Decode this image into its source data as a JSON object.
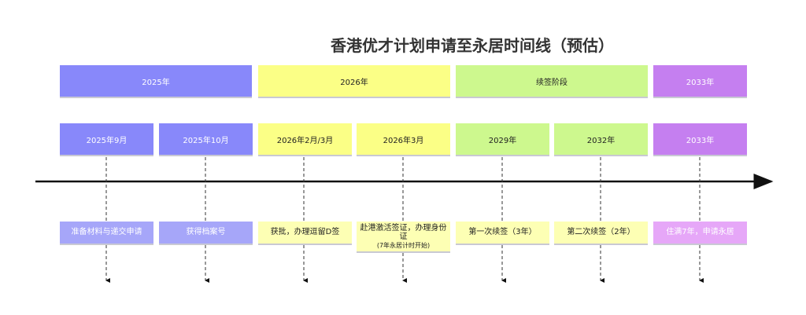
{
  "title": "香港优才计划申请至永居时间线（预估）",
  "sections": [
    {
      "label": "2025年",
      "color": "#8888fa"
    },
    {
      "label": "2026年",
      "color": "#fbff86"
    },
    {
      "label": "续签阶段",
      "color": "#cdf88e"
    },
    {
      "label": "2033年",
      "color": "#c57ff0"
    }
  ],
  "periods": [
    {
      "label": "2025年9月",
      "event": "准备材料与递交申请"
    },
    {
      "label": "2025年10月",
      "event": "获得档案号"
    },
    {
      "label": "2026年2月/3月",
      "event": "获批，办理逗留D签"
    },
    {
      "label": "2026年3月",
      "event": "赴港激活签证，办理身份证",
      "event_sub": "(7年永居计时开始)"
    },
    {
      "label": "2029年",
      "event": "第一次续签（3年）"
    },
    {
      "label": "2032年",
      "event": "第二次续签（2年）"
    },
    {
      "label": "2033年",
      "event": "住满7年，申请永居"
    }
  ]
}
